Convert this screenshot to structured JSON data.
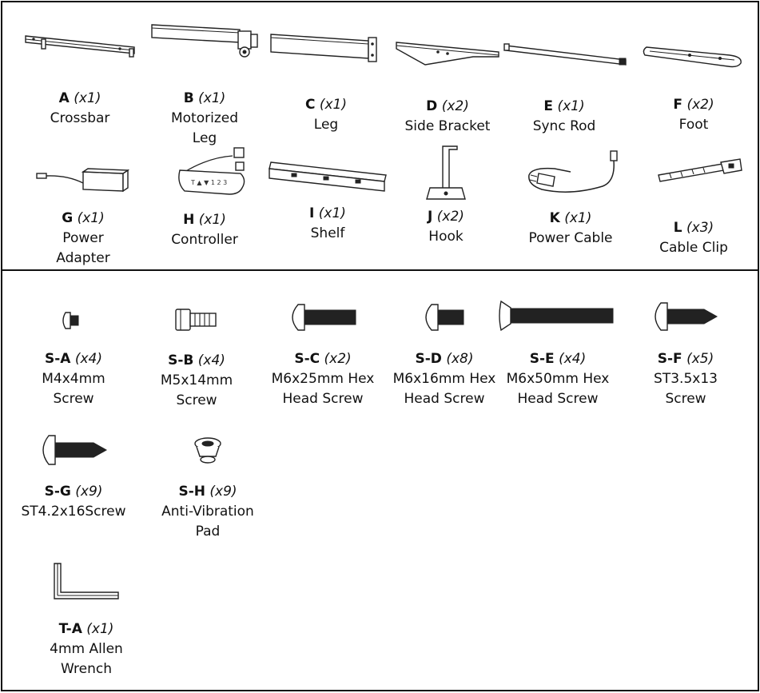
{
  "parts": [
    {
      "code": "A",
      "qty": "(x1)",
      "name": "Crossbar",
      "icon": "crossbar-icon"
    },
    {
      "code": "B",
      "qty": "(x1)",
      "name": "Motorized Leg",
      "icon": "motorized-leg-icon"
    },
    {
      "code": "C",
      "qty": "(x1)",
      "name": "Leg",
      "icon": "leg-icon"
    },
    {
      "code": "D",
      "qty": "(x2)",
      "name": "Side Bracket",
      "icon": "side-bracket-icon"
    },
    {
      "code": "E",
      "qty": "(x1)",
      "name": "Sync Rod",
      "icon": "sync-rod-icon"
    },
    {
      "code": "F",
      "qty": "(x2)",
      "name": "Foot",
      "icon": "foot-icon"
    },
    {
      "code": "G",
      "qty": "(x1)",
      "name": "Power Adapter",
      "icon": "power-adapter-icon"
    },
    {
      "code": "H",
      "qty": "(x1)",
      "name": "Controller",
      "icon": "controller-icon"
    },
    {
      "code": "I",
      "qty": "(x1)",
      "name": "Shelf",
      "icon": "shelf-icon"
    },
    {
      "code": "J",
      "qty": "(x2)",
      "name": "Hook",
      "icon": "hook-icon"
    },
    {
      "code": "K",
      "qty": "(x1)",
      "name": "Power Cable",
      "icon": "power-cable-icon"
    },
    {
      "code": "L",
      "qty": "(x3)",
      "name": "Cable Clip",
      "icon": "cable-clip-icon"
    }
  ],
  "hardware": [
    {
      "code": "S-A",
      "qty": "(x4)",
      "name": "M4x4mm Screw",
      "icon": "m4x4-screw-icon"
    },
    {
      "code": "S-B",
      "qty": "(x4)",
      "name": "M5x14mm Screw",
      "icon": "m5x14-screw-icon"
    },
    {
      "code": "S-C",
      "qty": "(x2)",
      "name": "M6x25mm Hex Head Screw",
      "icon": "m6x25-hex-screw-icon"
    },
    {
      "code": "S-D",
      "qty": "(x8)",
      "name": "M6x16mm Hex Head Screw",
      "icon": "m6x16-hex-screw-icon"
    },
    {
      "code": "S-E",
      "qty": "(x4)",
      "name": "M6x50mm Hex Head Screw",
      "icon": "m6x50-hex-screw-icon"
    },
    {
      "code": "S-F",
      "qty": "(x5)",
      "name": "ST3.5x13 Screw",
      "icon": "st3-5x13-screw-icon"
    },
    {
      "code": "S-G",
      "qty": "(x9)",
      "name": "ST4.2x16Screw",
      "icon": "st4-2x16-screw-icon"
    },
    {
      "code": "S-H",
      "qty": "(x9)",
      "name": "Anti-Vibration Pad",
      "icon": "anti-vibration-pad-icon"
    },
    {
      "code": "T-A",
      "qty": "(x1)",
      "name": "4mm Allen Wrench",
      "icon": "allen-wrench-icon"
    }
  ]
}
